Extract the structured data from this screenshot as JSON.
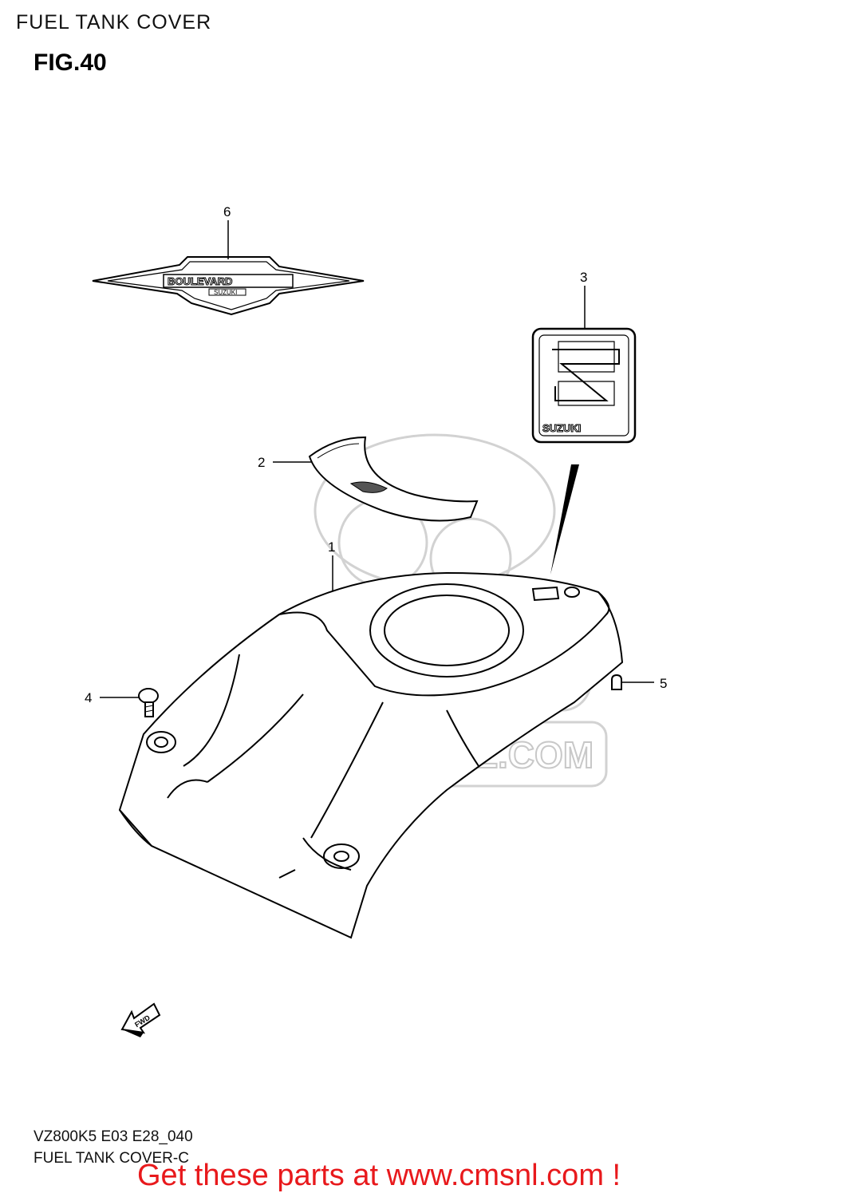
{
  "header": {
    "title": "FUEL TANK COVER",
    "figure": "FIG.40"
  },
  "watermark": {
    "url_text": "WWW.CMSNL.COM"
  },
  "parts": [
    {
      "ref": "1"
    },
    {
      "ref": "2"
    },
    {
      "ref": "3",
      "emblem_text": "SUZUKI"
    },
    {
      "ref": "4"
    },
    {
      "ref": "5"
    },
    {
      "ref": "6",
      "emblem_text": "BOULEVARD",
      "emblem_subtext": "SUZUKI"
    }
  ],
  "direction_marker": "FWD",
  "footer": {
    "model_code": "VZ800K5 E03 E28_040",
    "caption": "FUEL TANK COVER-C",
    "cta": "Get these parts at www.cmsnl.com !"
  }
}
